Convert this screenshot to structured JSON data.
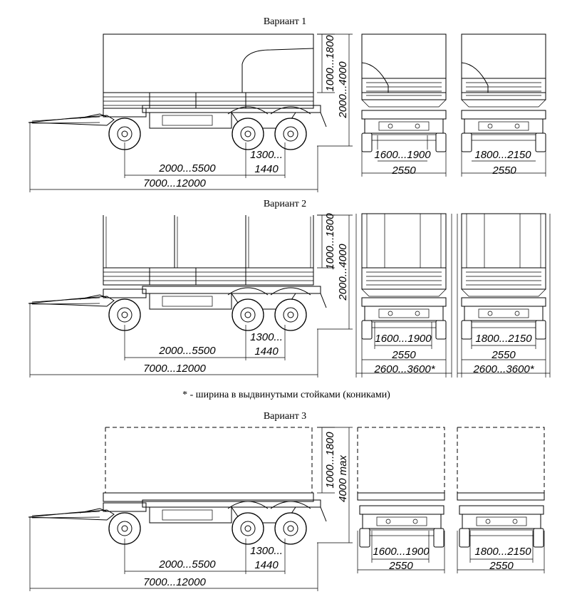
{
  "variant1": {
    "title": "Вариант 1",
    "dims": {
      "tent_height": "1000...1800",
      "total_height": "2000...4000",
      "axle_base": "2000...5500",
      "total_length": "7000...12000",
      "bogie_a": "1300...",
      "bogie_b": "1440",
      "track_front": "1600...1900",
      "width_front": "2550",
      "track_rear": "1800...2150",
      "width_rear": "2550"
    }
  },
  "variant2": {
    "title": "Вариант 2",
    "dims": {
      "tent_height": "1000...1800",
      "total_height": "2000...4000",
      "axle_base": "2000...5500",
      "total_length": "7000...12000",
      "bogie_a": "1300...",
      "bogie_b": "1440",
      "track_front": "1600...1900",
      "width_front": "2550",
      "ext_front": "2600...3600*",
      "track_rear": "1800...2150",
      "width_rear": "2550",
      "ext_rear": "2600...3600*"
    }
  },
  "footnote": "* - ширина в выдвинутыми стойками (кониками)",
  "variant3": {
    "title": "Вариант 3",
    "dims": {
      "tent_height": "1000...1800",
      "total_height": "4000 max",
      "axle_base": "2000...5500",
      "total_length": "7000...12000",
      "bogie_a": "1300...",
      "bogie_b": "1440",
      "track_front": "1600...1900",
      "width_front": "2550",
      "track_rear": "1800...2150",
      "width_rear": "2550"
    }
  }
}
